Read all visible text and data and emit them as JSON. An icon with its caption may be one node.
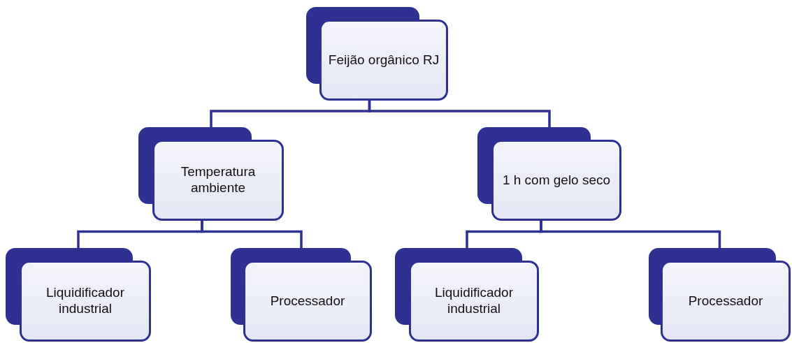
{
  "diagram": {
    "nodes": [
      {
        "text": [
          "Feijão orgânico RJ"
        ]
      },
      {
        "text": [
          "Temperatura ambiente"
        ]
      },
      {
        "text": [
          "1 h com gelo seco"
        ]
      },
      {
        "text": [
          "Liquidificador industrial"
        ]
      },
      {
        "text": [
          "Processador"
        ]
      },
      {
        "text": [
          "Liquidificador industrial"
        ]
      },
      {
        "text": [
          "Processador"
        ]
      }
    ],
    "edges": [
      {
        "from": 0,
        "to": 1,
        "arrow": "none"
      },
      {
        "from": 0,
        "to": 2,
        "arrow": "none"
      },
      {
        "from": 1,
        "to": 3,
        "arrow": "none"
      },
      {
        "from": 1,
        "to": 4,
        "arrow": "none"
      },
      {
        "from": 2,
        "to": 5,
        "arrow": "none"
      },
      {
        "from": 2,
        "to": 6,
        "arrow": "none"
      }
    ]
  }
}
